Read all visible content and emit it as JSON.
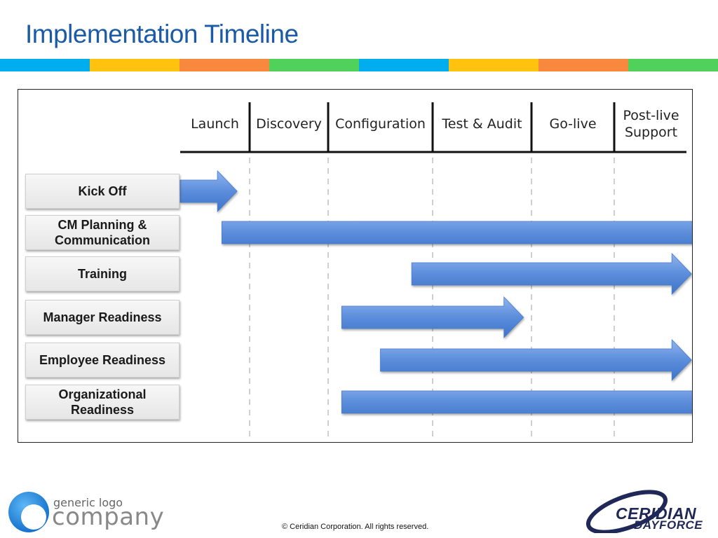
{
  "slide": {
    "title": "Implementation Timeline",
    "stripe_colors": [
      "#00aeef",
      "#ffc20e",
      "#f7883d",
      "#4fd15b",
      "#00aeef",
      "#ffc20e",
      "#f7883d",
      "#4fd15b"
    ]
  },
  "diagram": {
    "phases": [
      "Launch",
      "Discovery",
      "Configuration",
      "Test & Audit",
      "Go-live",
      "Post-live\nSupport"
    ],
    "rows": [
      {
        "label": "Kick Off",
        "start_phase": 0.0,
        "end_phase": 0.82
      },
      {
        "label": "CM Planning  &\nCommunication",
        "start_phase": 0.6,
        "end_phase": 6.4
      },
      {
        "label": "Training",
        "start_phase": 2.8,
        "end_phase": 6.05
      },
      {
        "label": "Manager  Readiness",
        "start_phase": 2.13,
        "end_phase": 3.92
      },
      {
        "label": "Employee  Readiness",
        "start_phase": 2.5,
        "end_phase": 6.05
      },
      {
        "label": "Organizational\nReadiness",
        "start_phase": 2.13,
        "end_phase": 6.4
      }
    ],
    "arrow_color": "#5b8ddb"
  },
  "footer": {
    "logo_small": "generic logo",
    "logo_big": "company",
    "copyright": "© Ceridian Corporation. All rights reserved.",
    "brand_line1": "CERIDIAN",
    "brand_line2": "DAYFORCE",
    "brand_color": "#1f2857"
  }
}
